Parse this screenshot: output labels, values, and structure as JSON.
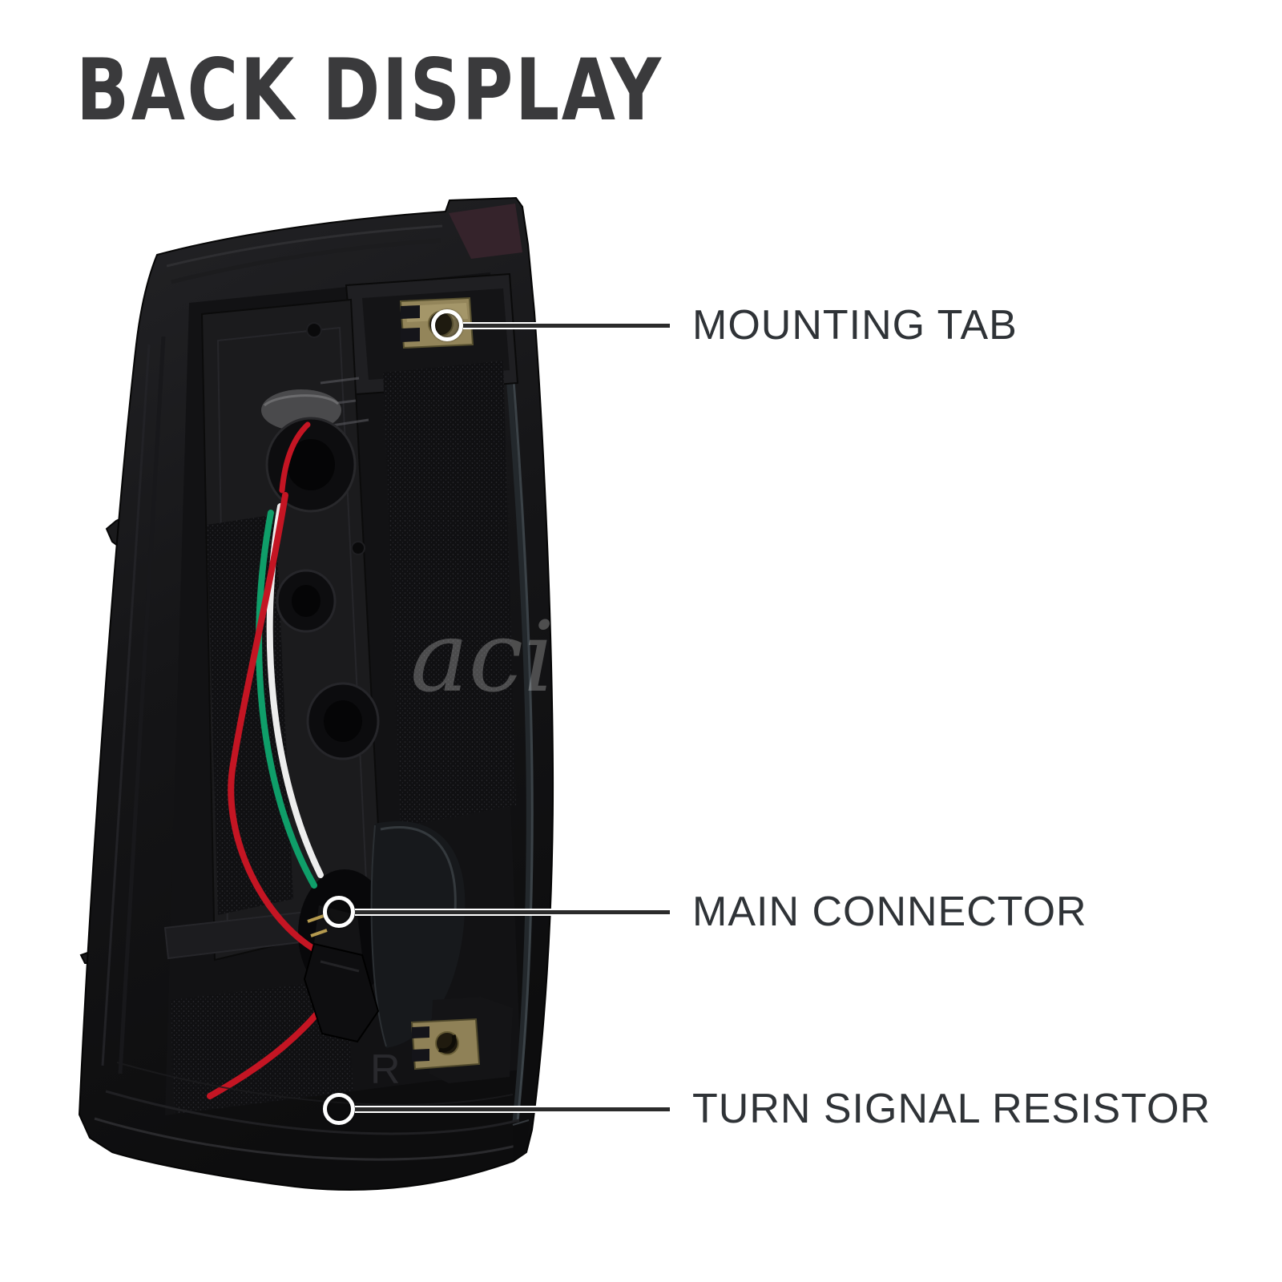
{
  "page": {
    "title": "BACK DISPLAY",
    "background_color": "#ffffff",
    "title_color": "#3a3a3c"
  },
  "callouts": [
    {
      "label": "MOUNTING TAB"
    },
    {
      "label": "MAIN CONNECTOR"
    },
    {
      "label": "TURN SIGNAL RESISTOR"
    }
  ],
  "callout_style": {
    "line_color": "#2b2b2b",
    "halo_color": "#ffffff",
    "label_color": "#2f3337"
  },
  "photo": {
    "subject": "tail light assembly rear view",
    "watermark": "aci",
    "embossed_letter": "R",
    "colors": {
      "housing_black": "#141416",
      "brass_tab": "#8f8157",
      "wire_red": "#c41523",
      "wire_white": "#ededed",
      "wire_green": "#0f9e69",
      "lens_maroon": "#35232b"
    }
  }
}
